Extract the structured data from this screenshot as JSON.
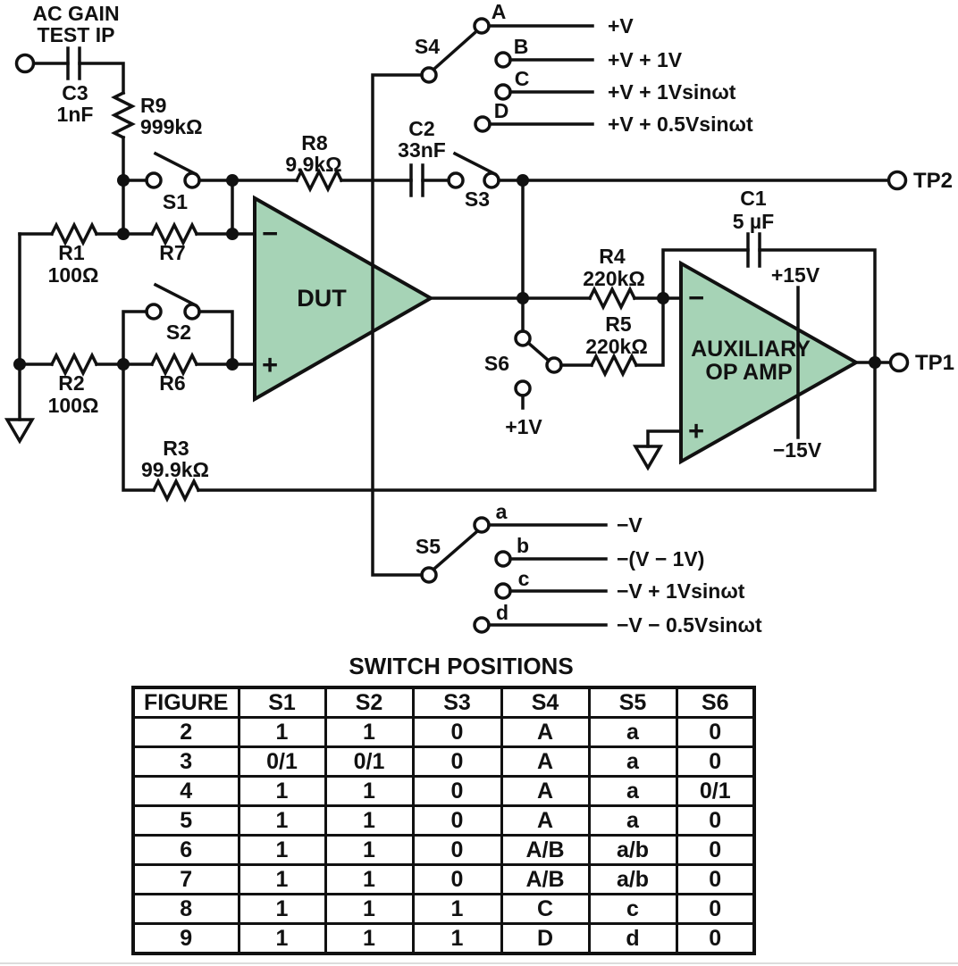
{
  "input_label": {
    "line1": "AC GAIN",
    "line2": "TEST IP"
  },
  "components": {
    "c3_name": "C3",
    "c3_value": "1nF",
    "r9_name": "R9",
    "r9_value": "999kΩ",
    "r1_name": "R1",
    "r1_value": "100Ω",
    "r2_name": "R2",
    "r2_value": "100Ω",
    "r3_name": "R3",
    "r3_value": "99.9kΩ",
    "r4_name": "R4",
    "r4_value": "220kΩ",
    "r5_name": "R5",
    "r5_value": "220kΩ",
    "r6_name": "R6",
    "r7_name": "R7",
    "r8_name": "R8",
    "r8_value": "9.9kΩ",
    "c2_name": "C2",
    "c2_value": "33nF",
    "c1_name": "C1",
    "c1_value": "5 µF"
  },
  "switches": {
    "s1": "S1",
    "s2": "S2",
    "s3": "S3",
    "s4": "S4",
    "s5": "S5",
    "s6": "S6"
  },
  "s4_positions": [
    {
      "label": "A",
      "value": "+V"
    },
    {
      "label": "B",
      "value": "+V + 1V"
    },
    {
      "label": "C",
      "value": "+V + 1Vsinωt"
    },
    {
      "label": "D",
      "value": "+V + 0.5Vsinωt"
    }
  ],
  "s5_positions": [
    {
      "label": "a",
      "value": "−V"
    },
    {
      "label": "b",
      "value": "−(V − 1V)"
    },
    {
      "label": "c",
      "value": "−V + 1Vsinωt"
    },
    {
      "label": "d",
      "value": "−V − 0.5Vsinωt"
    }
  ],
  "amplifiers": {
    "dut_label": "DUT",
    "aux_label_line1": "AUXILIARY",
    "aux_label_line2": "OP AMP",
    "inverting_input": "−",
    "noninverting_input": "+"
  },
  "supplies": {
    "positive_rail": "+15V",
    "negative_rail": "−15V",
    "one_volt_source": "+1V"
  },
  "test_points": {
    "tp1": "TP1",
    "tp2": "TP2"
  },
  "switch_table": {
    "title": "SWITCH POSITIONS",
    "headers": [
      "FIGURE",
      "S1",
      "S2",
      "S3",
      "S4",
      "S5",
      "S6"
    ],
    "rows": [
      [
        "2",
        "1",
        "1",
        "0",
        "A",
        "a",
        "0"
      ],
      [
        "3",
        "0/1",
        "0/1",
        "0",
        "A",
        "a",
        "0"
      ],
      [
        "4",
        "1",
        "1",
        "0",
        "A",
        "a",
        "0/1"
      ],
      [
        "5",
        "1",
        "1",
        "0",
        "A",
        "a",
        "0"
      ],
      [
        "6",
        "1",
        "1",
        "0",
        "A/B",
        "a/b",
        "0"
      ],
      [
        "7",
        "1",
        "1",
        "0",
        "A/B",
        "a/b",
        "0"
      ],
      [
        "8",
        "1",
        "1",
        "1",
        "C",
        "c",
        "0"
      ],
      [
        "9",
        "1",
        "1",
        "1",
        "D",
        "d",
        "0"
      ]
    ]
  }
}
